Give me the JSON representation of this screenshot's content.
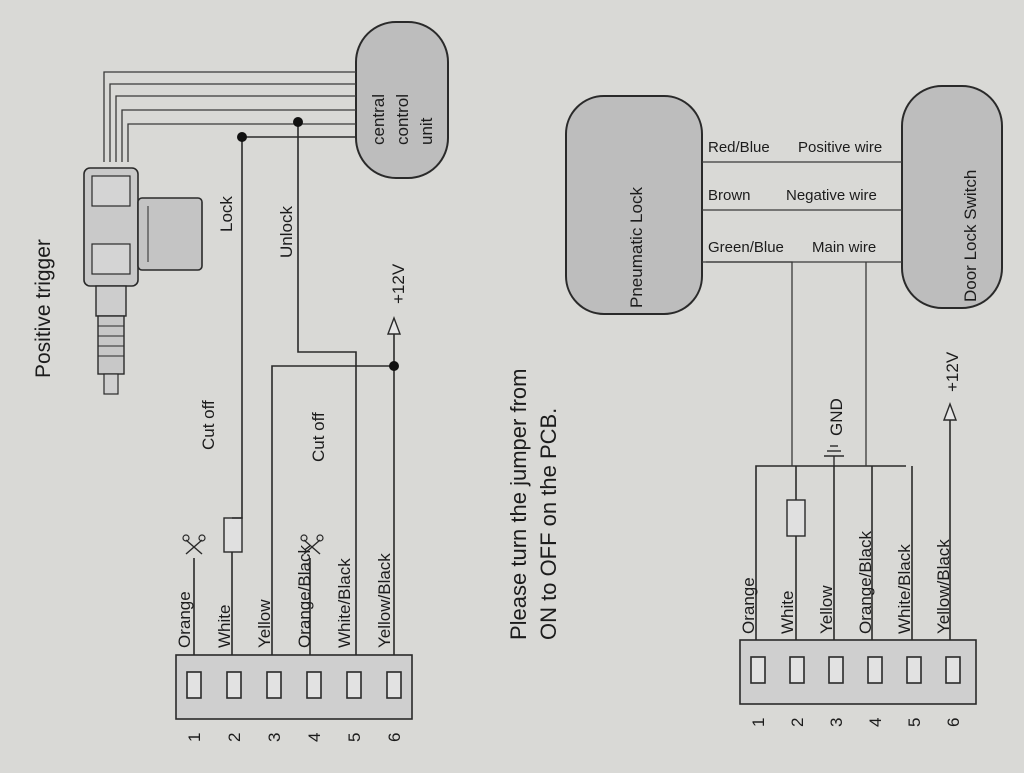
{
  "left_diagram": {
    "title": "Positive trigger",
    "control_unit": [
      "central",
      "control",
      "unit"
    ],
    "lock_label": "Lock",
    "unlock_label": "Unlock",
    "cut_off_1": "Cut off",
    "cut_off_2": "Cut off",
    "supply_label": "+12V",
    "wires": [
      {
        "num": "1",
        "color": "Orange"
      },
      {
        "num": "2",
        "color": "White"
      },
      {
        "num": "3",
        "color": "Yellow"
      },
      {
        "num": "4",
        "color": "Orange/Black"
      },
      {
        "num": "5",
        "color": "White/Black"
      },
      {
        "num": "6",
        "color": "Yellow/Black"
      }
    ]
  },
  "note": {
    "line1": "Please turn the jumper from",
    "line2": "ON to OFF on the PCB."
  },
  "right_diagram": {
    "pneumatic_lock": "Pneumatic Lock",
    "door_lock_switch": "Door Lock Switch",
    "links": [
      {
        "color": "Red/Blue",
        "name": "Positive wire"
      },
      {
        "color": "Brown",
        "name": "Negative wire"
      },
      {
        "color": "Green/Blue",
        "name": "Main wire"
      }
    ],
    "gnd_label": "GND",
    "supply_label": "+12V",
    "wires": [
      {
        "num": "1",
        "color": "Orange"
      },
      {
        "num": "2",
        "color": "White"
      },
      {
        "num": "3",
        "color": "Yellow"
      },
      {
        "num": "4",
        "color": "Orange/Black"
      },
      {
        "num": "5",
        "color": "White/Black"
      },
      {
        "num": "6",
        "color": "Yellow/Black"
      }
    ]
  }
}
